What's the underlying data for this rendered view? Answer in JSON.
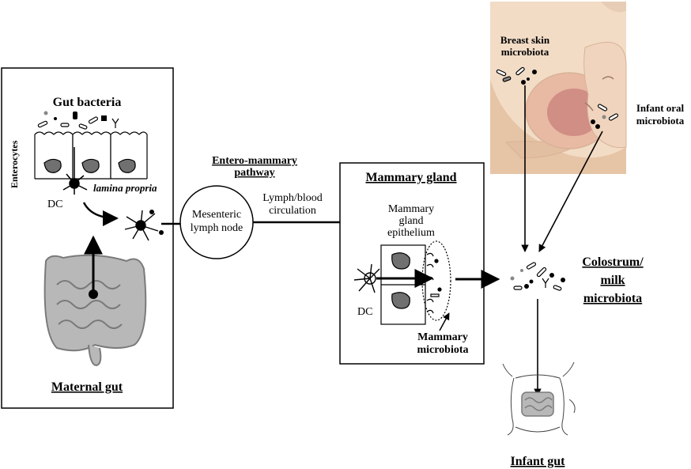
{
  "panels": {
    "maternal_gut": {
      "heading": "Gut bacteria",
      "enterocytes": "Enterocytes",
      "lamina_propria": "lamina propria",
      "dc": "DC",
      "title": "Maternal gut"
    },
    "pathway": {
      "title_line1": "Entero-mammary",
      "title_line2": "pathway",
      "lymph_line1": "Lymph/blood",
      "lymph_line2": "circulation",
      "node_line1": "Mesenteric",
      "node_line2": "lymph node"
    },
    "mammary": {
      "title": "Mammary gland",
      "epi_line1": "Mammary",
      "epi_line2": "gland",
      "epi_line3": "epithelium",
      "dc": "DC",
      "micro_line1": "Mammary",
      "micro_line2": "microbiota"
    },
    "infant": {
      "skin_line1": "Breast skin",
      "skin_line2": "microbiota",
      "oral_line1": "Infant oral",
      "oral_line2": "microbiota",
      "milk_line1": "Colostrum/",
      "milk_line2": "milk",
      "milk_line3": "microbiota",
      "infant_gut": "Infant gut"
    }
  },
  "colors": {
    "skin": "#f2dcc6",
    "skin_shadow": "#d9b397",
    "areola": "#c9837d",
    "intestine": "#b8b8b8",
    "intestine_dark": "#7a7a7a",
    "nucleus": "#707070"
  }
}
